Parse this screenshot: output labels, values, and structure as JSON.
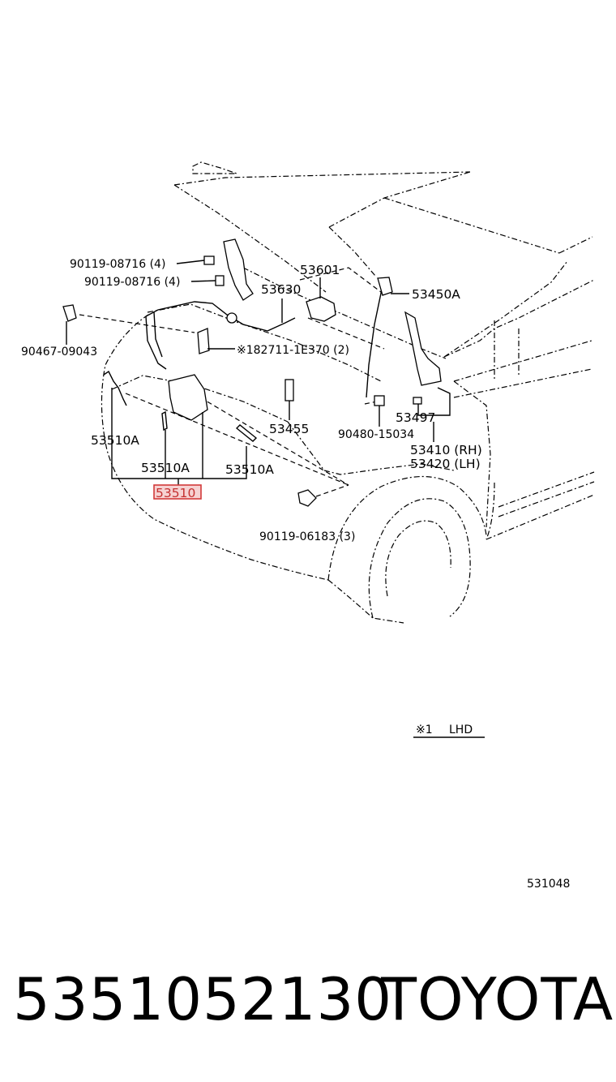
{
  "labels": {
    "bolt_top_1": "90119-08716 (4)",
    "bolt_top_2": "90119-08716 (4)",
    "clip_left": "90467-09043",
    "lock_control": "53601",
    "cable": "53630",
    "stay_rod": "53450A",
    "note_cable": "※182711-1E370 (2)",
    "stay_holder": "53455",
    "bolt_grommet": "90480-15034",
    "cushion": "53497",
    "hinge_rh": "53410 (RH)",
    "hinge_lh": "53420 (LH)",
    "latch_a_left": "53510A",
    "latch_a_mid": "53510A",
    "latch_a_right": "53510A",
    "latch_assy": "53510",
    "bolt_bottom": "90119-06183 (3)"
  },
  "note": {
    "mark": "※1",
    "text": "LHD"
  },
  "diagram_code": "531048",
  "footer": {
    "part_number": "5351052130",
    "brand": "TOYOTA"
  }
}
